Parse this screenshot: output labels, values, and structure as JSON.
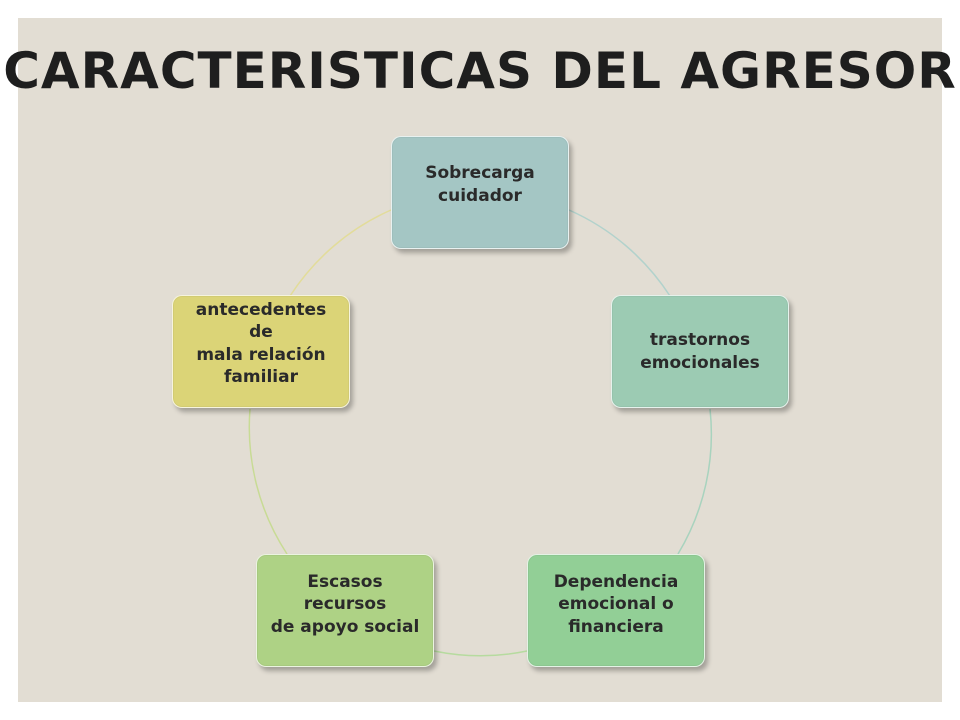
{
  "slide": {
    "title": "CARACTERISTICAS DEL AGRESOR",
    "background_color": "#e2ddd3"
  },
  "diagram": {
    "type": "cycle",
    "nodes": [
      {
        "label": "Sobrecarga\ncuidador",
        "color": "#a4c6c4"
      },
      {
        "label": "trastornos\nemocionales",
        "color": "#9ccbb3"
      },
      {
        "label": "Dependencia\nemocional o\nfinanciera",
        "color": "#92cf96"
      },
      {
        "label": "Escasos recursos\nde apoyo social",
        "color": "#aed285"
      },
      {
        "label": "antecedentes de\nmala relación\nfamiliar",
        "color": "#dbd477"
      }
    ],
    "connector_colors": [
      "#b2d2cc",
      "#a8d3be",
      "#b6db9f",
      "#c8db95",
      "#e2dc9a"
    ]
  }
}
